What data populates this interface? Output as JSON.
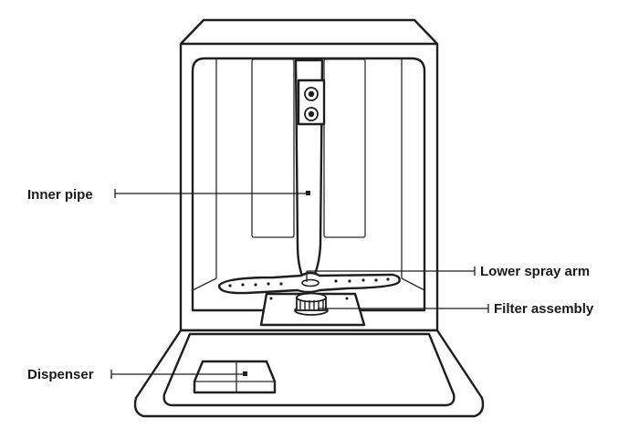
{
  "labels": {
    "inner_pipe": "Inner pipe",
    "lower_spray_arm": "Lower spray arm",
    "filter_assembly": "Filter assembly",
    "dispenser": "Dispenser"
  }
}
